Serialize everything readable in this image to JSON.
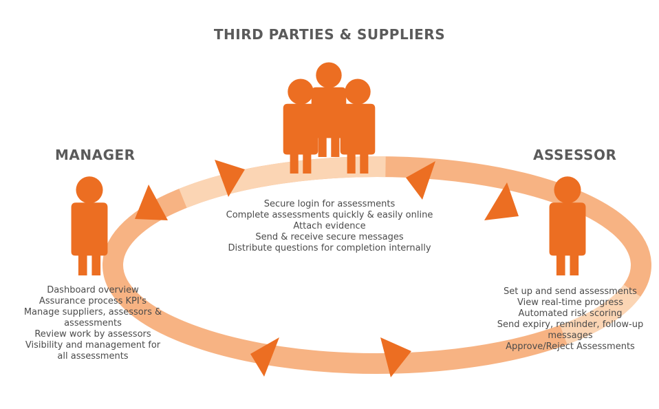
{
  "colors": {
    "ring": "#f7b383",
    "ring_pale": "#fbd5b4",
    "figure": "#ec6e22",
    "arrow": "#ec6e22",
    "heading": "#5a5a5a",
    "text": "#4a4a4a"
  },
  "third_parties": {
    "title": "THIRD PARTIES & SUPPLIERS",
    "items": [
      "Secure login for assessments",
      "Complete assessments quickly & easily online",
      "Attach evidence",
      "Send & receive secure messages",
      "Distribute questions for completion internally"
    ]
  },
  "manager": {
    "title": "MANAGER",
    "items": [
      "Dashboard overview",
      "Assurance process KPI's",
      "Manage suppliers, assessors & assessments",
      "Review work by assessors",
      "Visibility and management for all assessments"
    ]
  },
  "assessor": {
    "title": "ASSESSOR",
    "items": [
      "Set up and send assessments",
      "View real-time progress",
      "Automated risk scoring",
      "Send expiry, reminder, follow-up messages",
      "Approve/Reject Assessments"
    ]
  }
}
